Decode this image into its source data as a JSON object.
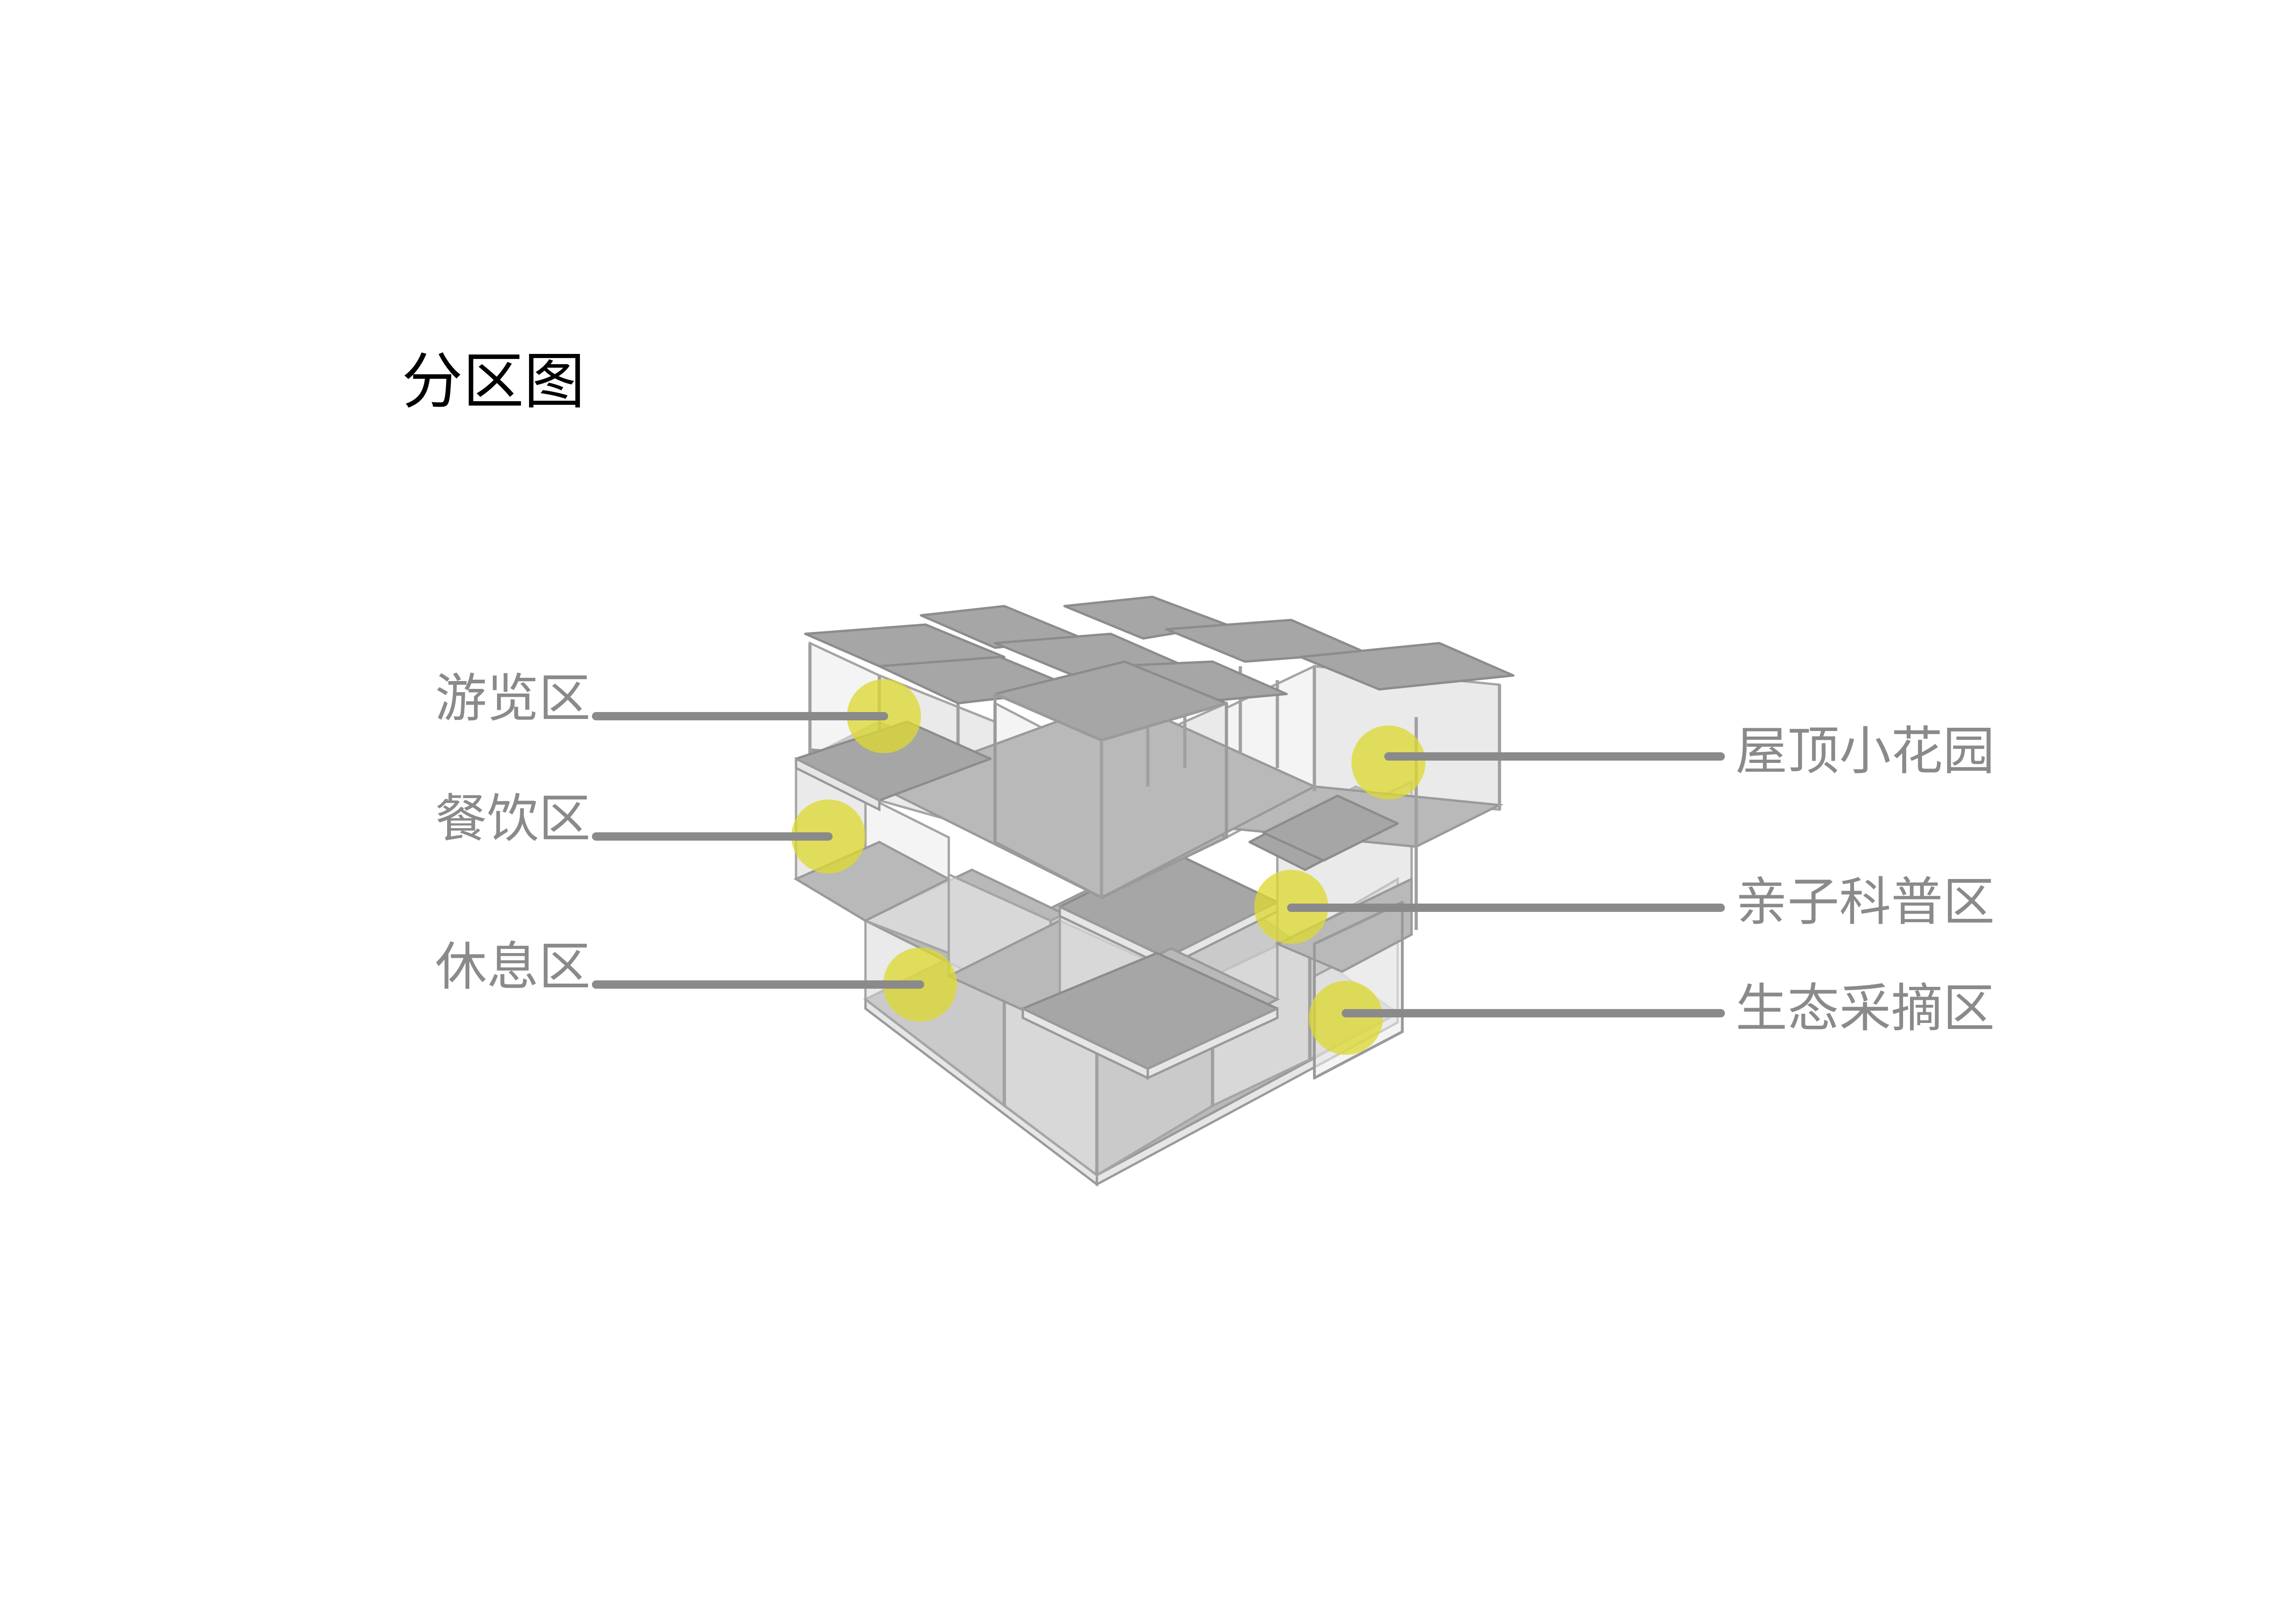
{
  "title": "分区图",
  "zones": {
    "left": [
      {
        "label": "游览区"
      },
      {
        "label": "餐饮区"
      },
      {
        "label": "休息区"
      }
    ],
    "right": [
      {
        "label": "屋顶小花园"
      },
      {
        "label": "亲子科普区"
      },
      {
        "label": "生态采摘区"
      }
    ]
  },
  "colors": {
    "marker": "#dcd834",
    "leader": "#8a8a8a",
    "label": "#8a8a8a",
    "deck": "#a6a6a6",
    "title": "#000000"
  },
  "icons": {
    "marker": "circle-marker"
  }
}
